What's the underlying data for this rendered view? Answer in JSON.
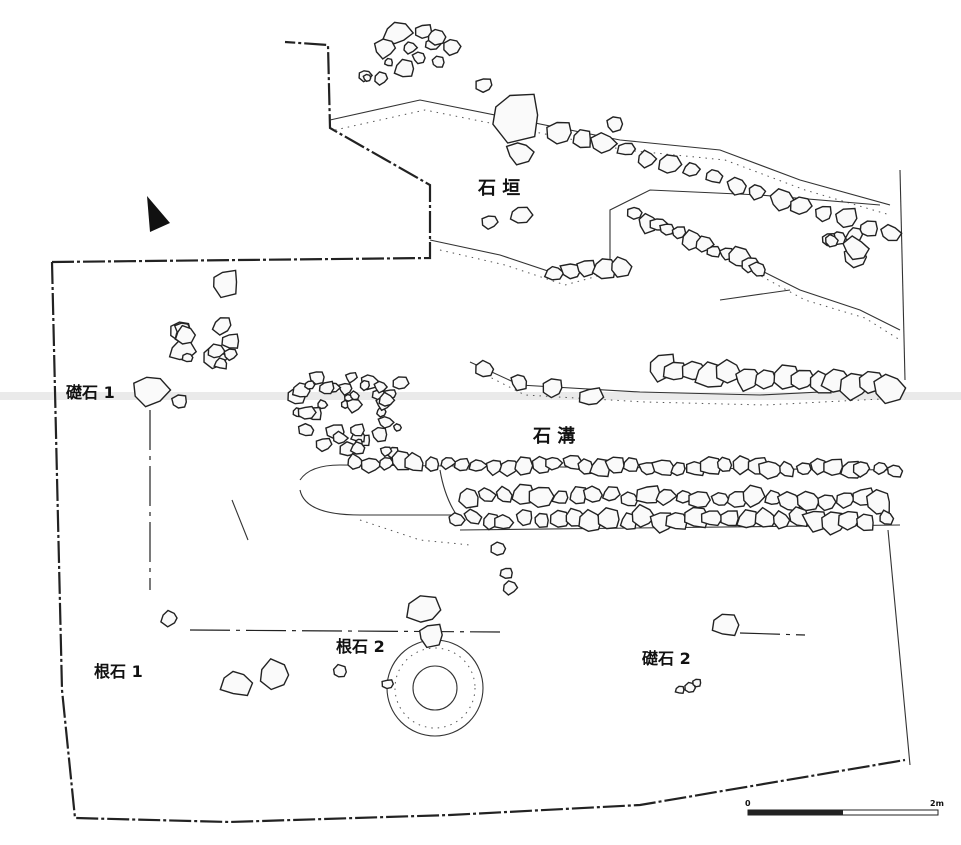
{
  "labels": {
    "stone_wall": "石 垣",
    "stone_ditch": "石 溝",
    "foundation_stone_1": "礎石 1",
    "foundation_stone_2": "礎石 2",
    "root_stone_1": "根石 1",
    "root_stone_2": "根石 2"
  },
  "scale_bar": {
    "start": "0",
    "end": "2m"
  },
  "north_arrow": "north-arrow-icon",
  "colors": {
    "ink": "#222222",
    "paper": "#ffffff"
  }
}
